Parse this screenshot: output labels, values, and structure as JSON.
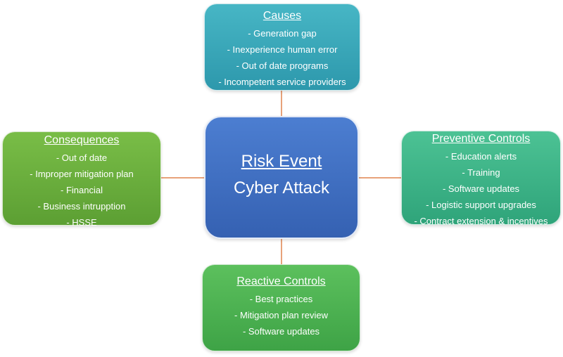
{
  "center": {
    "title": "Risk Event",
    "subtitle": "Cyber Attack"
  },
  "causes": {
    "title": "Causes",
    "items": [
      "- Generation gap",
      "- Inexperience human error",
      "- Out of date programs",
      "- Incompetent service providers"
    ]
  },
  "consequences": {
    "title": "Consequences",
    "items": [
      "- Out of date",
      "- Improper mitigation plan",
      "- Financial",
      "- Business intrupption",
      "- HSSE"
    ]
  },
  "preventive": {
    "title": "Preventive Controls",
    "items": [
      "- Education alerts",
      "- Training",
      "- Software updates",
      "- Logistic support upgrades",
      "- Contract extension & incentives"
    ]
  },
  "reactive": {
    "title": "Reactive Controls",
    "items": [
      "- Best practices",
      "- Mitigation plan review",
      "- Software updates"
    ]
  },
  "colors": {
    "causes": "#3aa8b9",
    "consequences": "#6aae3d",
    "preventive": "#3db386",
    "reactive": "#4db252",
    "center": "#4170c2",
    "connector": "#e8a27a"
  }
}
